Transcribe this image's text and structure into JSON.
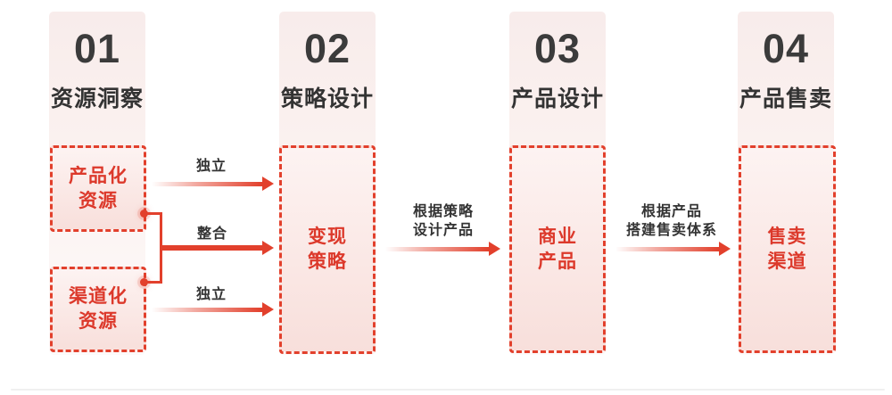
{
  "colors": {
    "bg": "#ffffff",
    "accent": "#e2402c",
    "accent-deep": "#dc392b",
    "dark-text": "#333333",
    "number-text": "#3b3b3b",
    "band-top": "#f8eceb",
    "band-bottom": "#fdfafa",
    "box-top": "#fdf3f2",
    "box-bottom": "#f8dfdb",
    "divider": "#f0f0f0"
  },
  "stages": [
    {
      "number": "01",
      "title": "资源洞察"
    },
    {
      "number": "02",
      "title": "策略设计"
    },
    {
      "number": "03",
      "title": "产品设计"
    },
    {
      "number": "04",
      "title": "产品售卖"
    }
  ],
  "boxes": [
    {
      "name": "productized-resources",
      "lines": [
        "产品化",
        "资源"
      ]
    },
    {
      "name": "channelized-resources",
      "lines": [
        "渠道化",
        "资源"
      ]
    },
    {
      "name": "monetization-strategy",
      "lines": [
        "变现",
        "策略"
      ]
    },
    {
      "name": "commercial-product",
      "lines": [
        "商业",
        "产品"
      ]
    },
    {
      "name": "sales-channel",
      "lines": [
        "售卖",
        "渠道"
      ]
    }
  ],
  "arrows": [
    {
      "label": "独立",
      "from": "产品化资源",
      "to": "变现策略"
    },
    {
      "label": "整合",
      "from": "产品化资源+渠道化资源",
      "to": "变现策略"
    },
    {
      "label": "独立",
      "from": "渠道化资源",
      "to": "变现策略"
    },
    {
      "label_lines": [
        "根据策略",
        "设计产品"
      ],
      "from": "变现策略",
      "to": "商业产品"
    },
    {
      "label_lines": [
        "根据产品",
        "搭建售卖体系"
      ],
      "from": "商业产品",
      "to": "售卖渠道"
    }
  ]
}
